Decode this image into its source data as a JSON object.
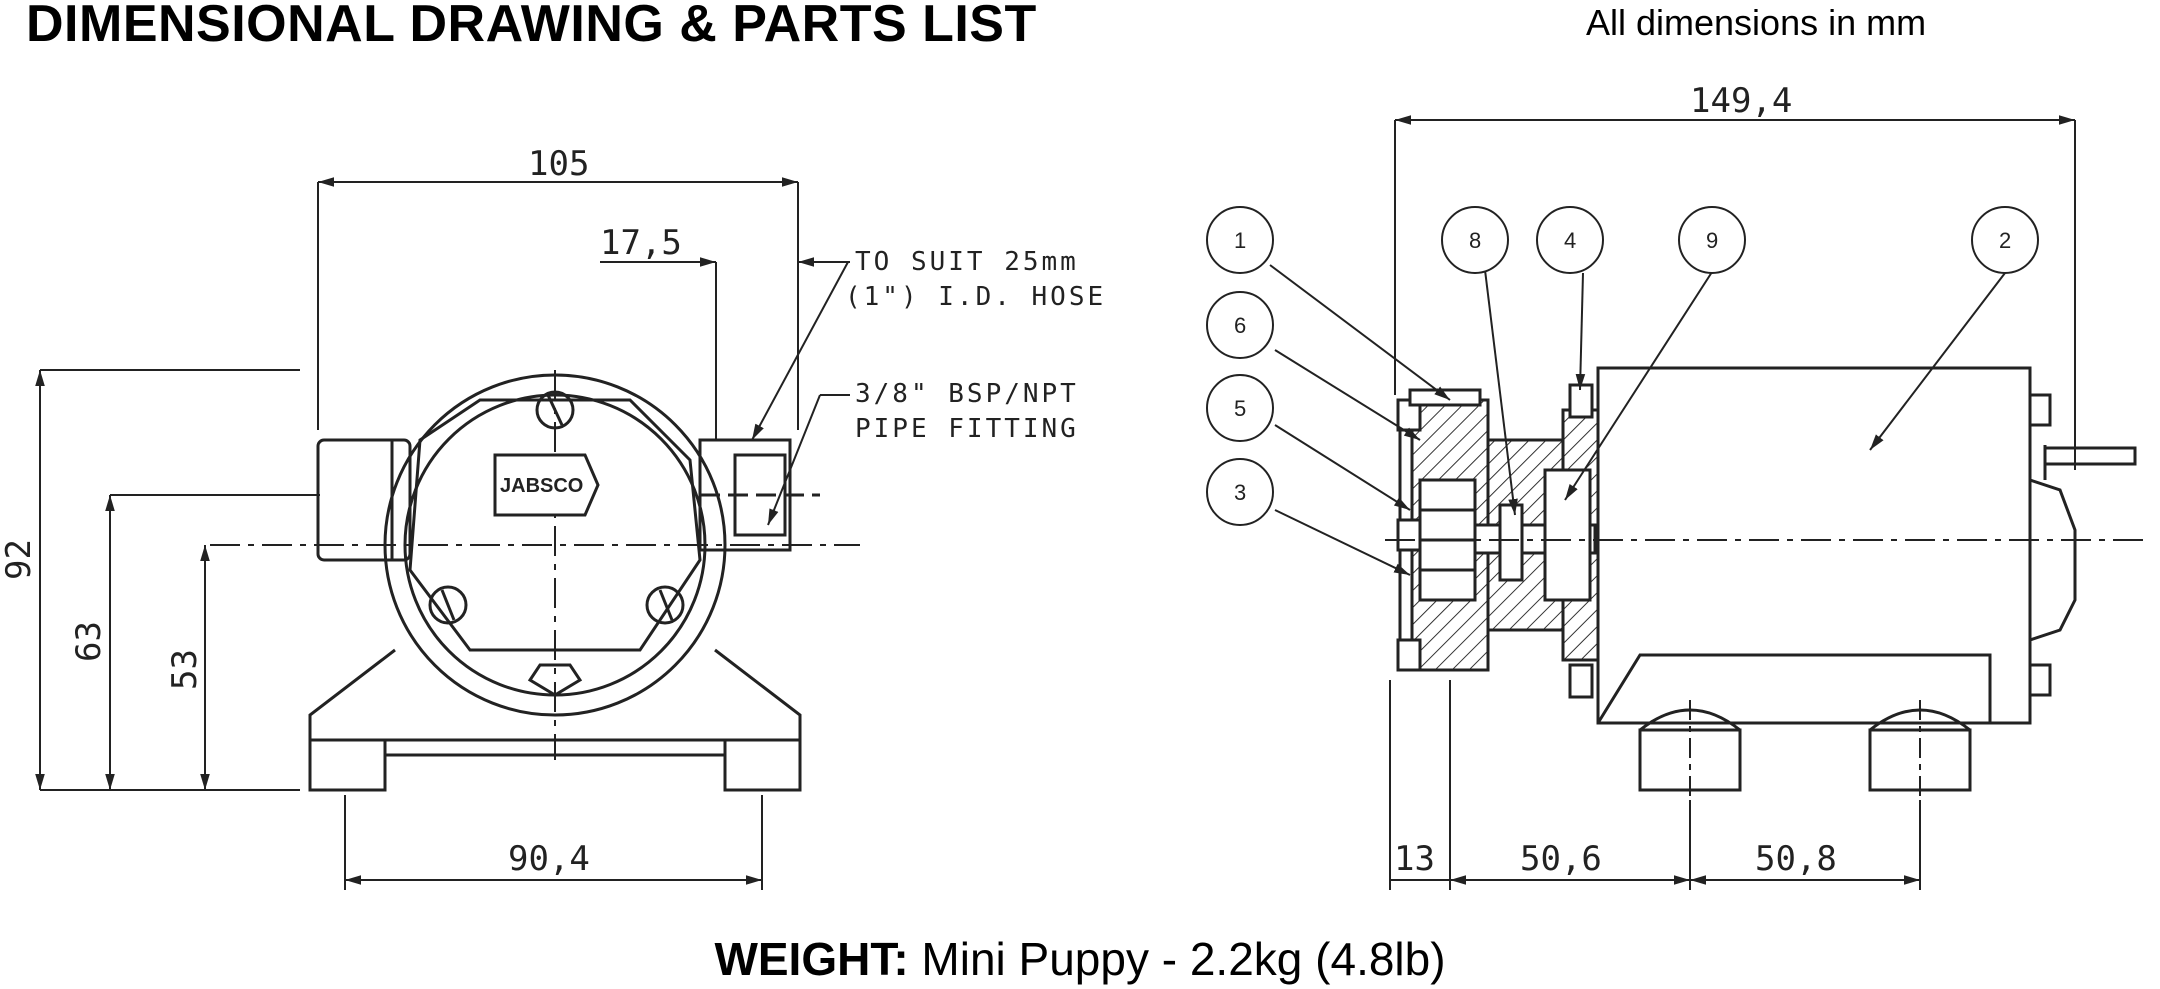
{
  "header": {
    "title": "DIMENSIONAL DRAWING & PARTS LIST",
    "units_note": "All dimensions in mm"
  },
  "front_view": {
    "dim_width": "105",
    "dim_offset": "17,5",
    "dim_height_total": "92",
    "dim_height_outlet": "63",
    "dim_height_center": "53",
    "dim_base": "90,4",
    "callout_hose_line1": "TO SUIT 25mm",
    "callout_hose_line2": "(1\") I.D. HOSE",
    "callout_pipe_line1": "3/8\" BSP/NPT",
    "callout_pipe_line2": "PIPE FITTING",
    "brand_plate": "JABSCO"
  },
  "side_view": {
    "dim_length": "149,4",
    "dim_a": "13",
    "dim_b": "50,6",
    "dim_c": "50,8",
    "part_numbers": [
      "1",
      "6",
      "5",
      "3",
      "8",
      "4",
      "9",
      "2"
    ]
  },
  "footer": {
    "weight_label": "WEIGHT:",
    "weight_value": " Mini Puppy - 2.2kg (4.8lb)"
  }
}
